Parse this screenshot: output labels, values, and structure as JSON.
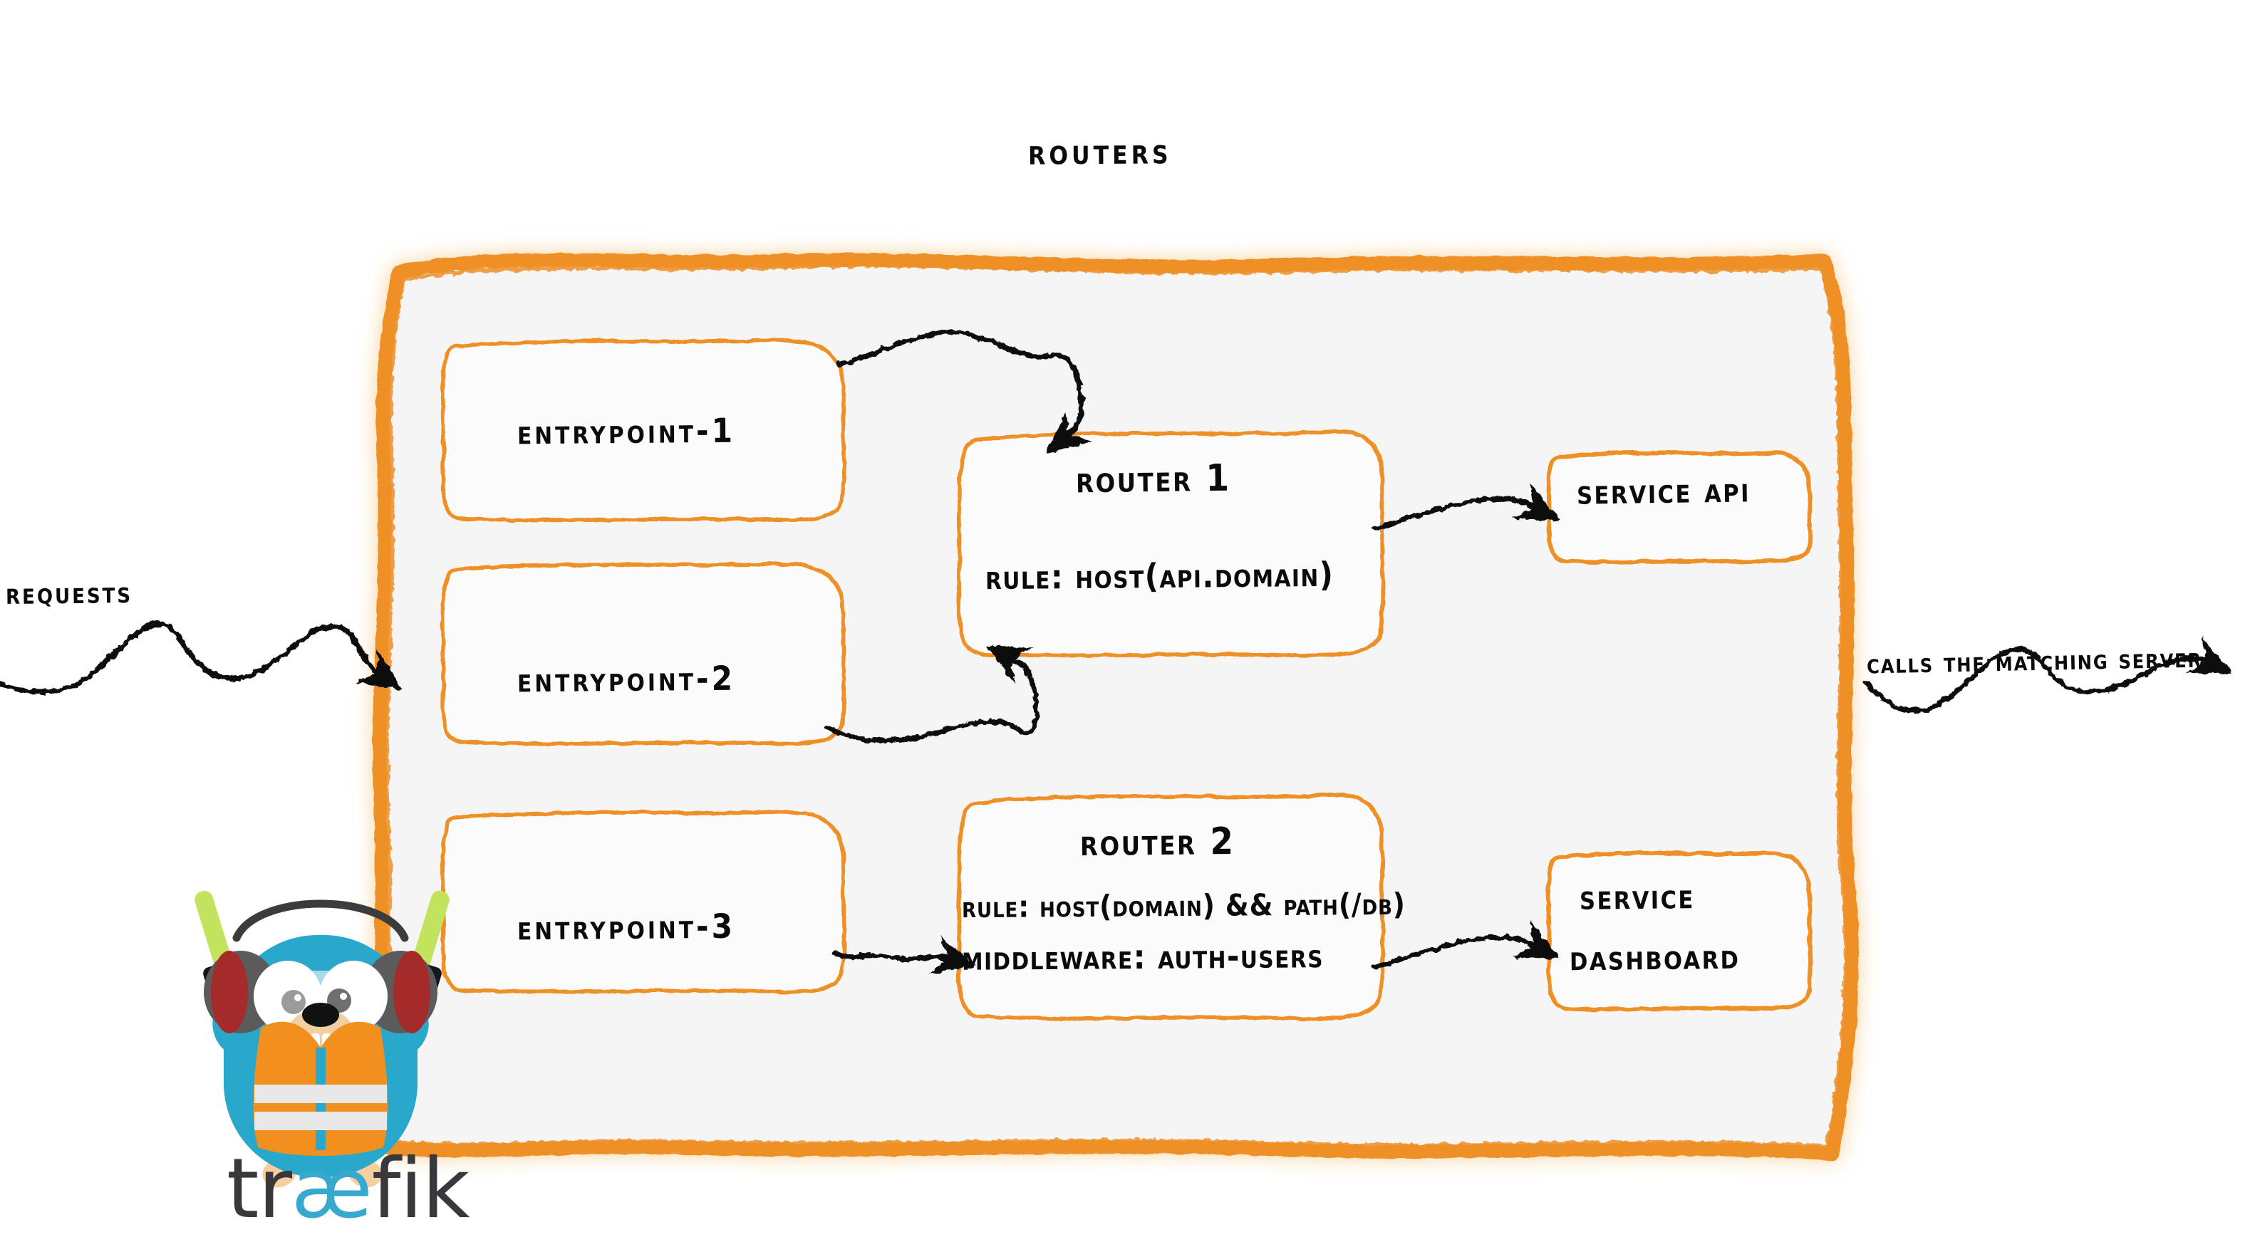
{
  "diagram": {
    "title": "Routers",
    "brand": {
      "name_prefix": "tr",
      "name_ligature": "æ",
      "name_suffix": "fik",
      "mascot": "traefik-gopher-mascot",
      "colors": {
        "orange": "#ee9028",
        "cyan": "#38a9ce",
        "panel_fill": "#f5f5f5",
        "ink": "#0b0b0b",
        "wordmark_dark": "#39383c"
      }
    },
    "external_labels": {
      "left": "Requests",
      "right": "Calls the matching server"
    },
    "entrypoints": [
      {
        "label": "entrypoint-1"
      },
      {
        "label": "entrypoint-2"
      },
      {
        "label": "entrypoint-3"
      }
    ],
    "routers": [
      {
        "name": "Router 1",
        "rule": "rule: Host(api.domain)",
        "middleware": null
      },
      {
        "name": "Router 2",
        "rule": "rule: Host(domain) && Path(/db)",
        "middleware": "Middleware: auth-users"
      }
    ],
    "services": [
      {
        "lines": [
          "Service API"
        ]
      },
      {
        "lines": [
          "Service",
          "Dashboard"
        ]
      }
    ],
    "connections": [
      {
        "from": "entrypoint-1",
        "to": "Router 1",
        "style": "squiggle-arrow"
      },
      {
        "from": "entrypoint-2",
        "to": "Router 1",
        "style": "squiggle-arrow"
      },
      {
        "from": "entrypoint-3",
        "to": "Router 2",
        "style": "squiggle-arrow"
      },
      {
        "from": "Router 1",
        "to": "Service API",
        "style": "squiggle-arrow"
      },
      {
        "from": "Router 2",
        "to": "Service Dashboard",
        "style": "squiggle-arrow"
      },
      {
        "from": "Requests",
        "to": "routers-panel",
        "style": "squiggle-arrow"
      },
      {
        "from": "routers-panel",
        "to": "Calls the matching server",
        "style": "squiggle-arrow"
      }
    ]
  }
}
